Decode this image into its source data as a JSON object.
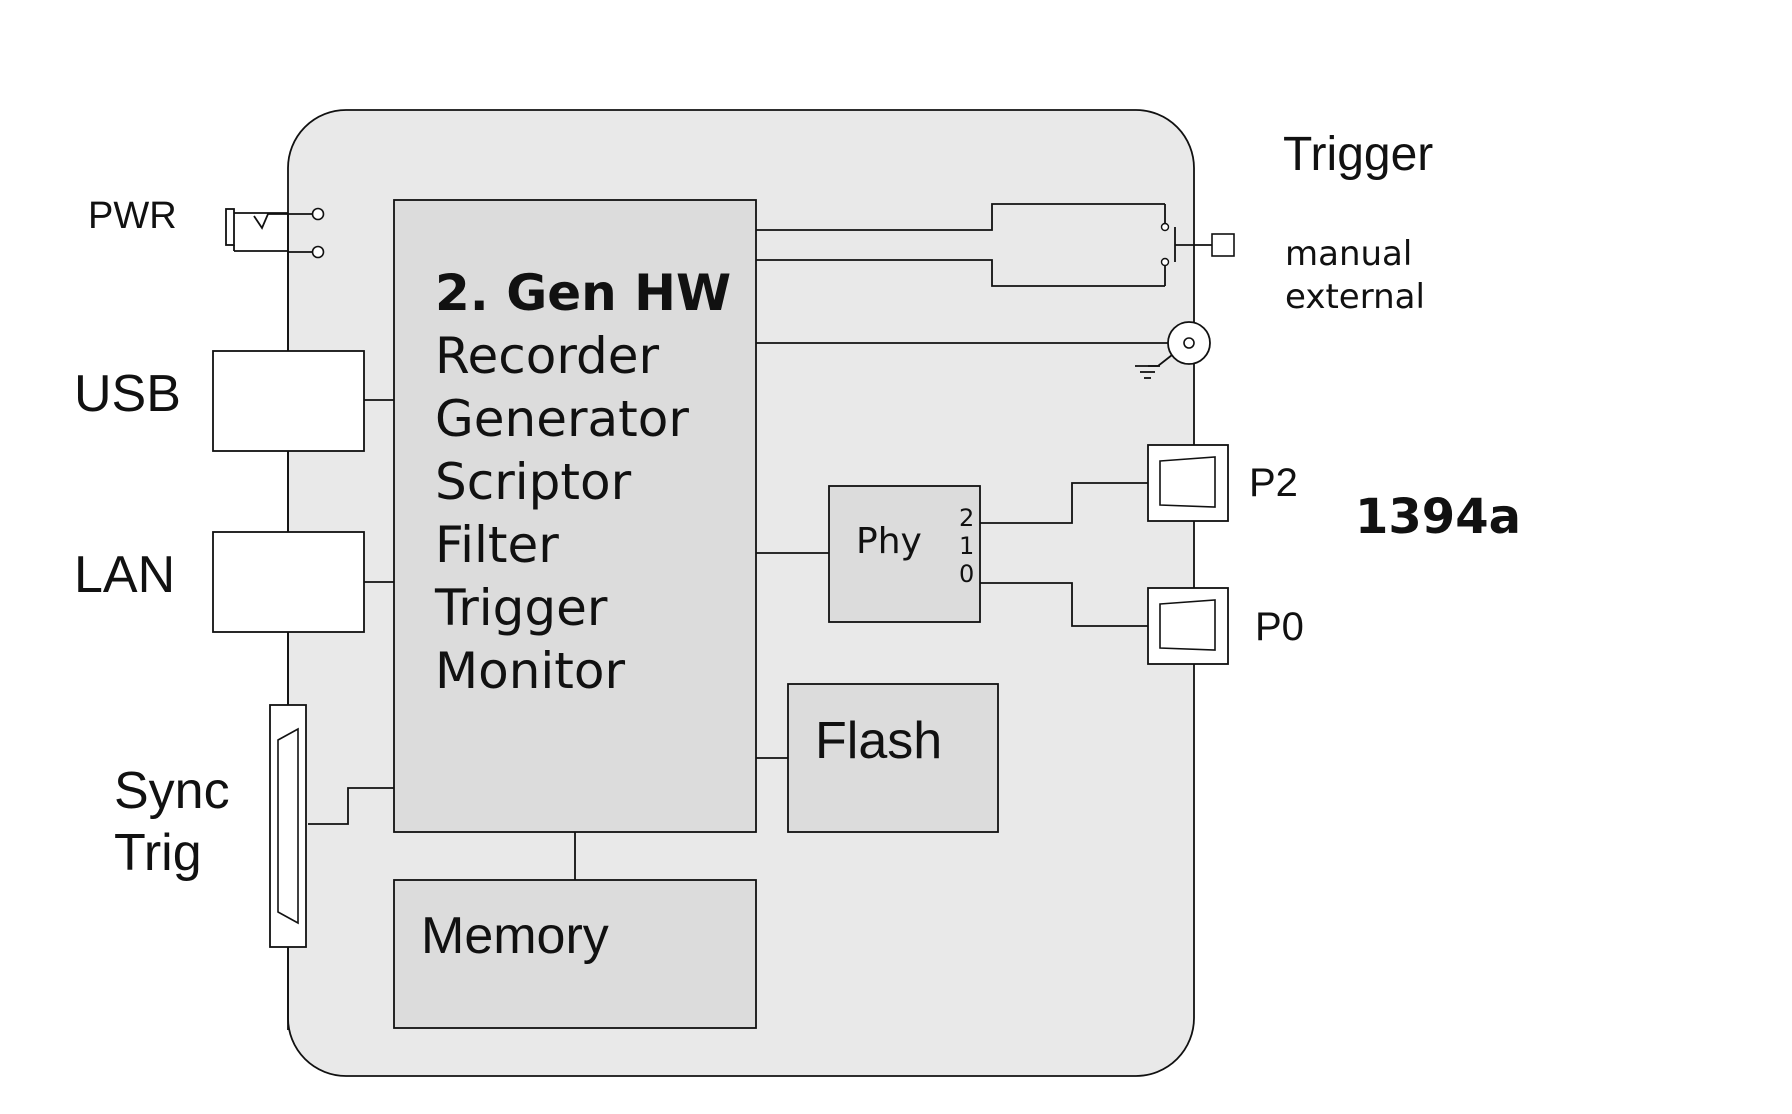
{
  "labels": {
    "pwr": "PWR",
    "usb": "USB",
    "lan": "LAN",
    "sync_line1": "Sync",
    "sync_line2": "Trig",
    "trigger": "Trigger",
    "trigger_manual": "manual",
    "trigger_external": "external",
    "p2": "P2",
    "p0": "P0",
    "bus": "1394a"
  },
  "main_block": {
    "title": "2. Gen HW",
    "items": [
      "Recorder",
      "Generator",
      "Scriptor",
      "Filter",
      "Trigger",
      "Monitor"
    ]
  },
  "phy": {
    "label": "Phy",
    "ports": [
      "2",
      "1",
      "0"
    ]
  },
  "flash": {
    "label": "Flash"
  },
  "memory": {
    "label": "Memory"
  },
  "colors": {
    "board": "#e9e9e9",
    "block": "#dcdcdc",
    "stroke": "#111111",
    "background": "#ffffff"
  }
}
